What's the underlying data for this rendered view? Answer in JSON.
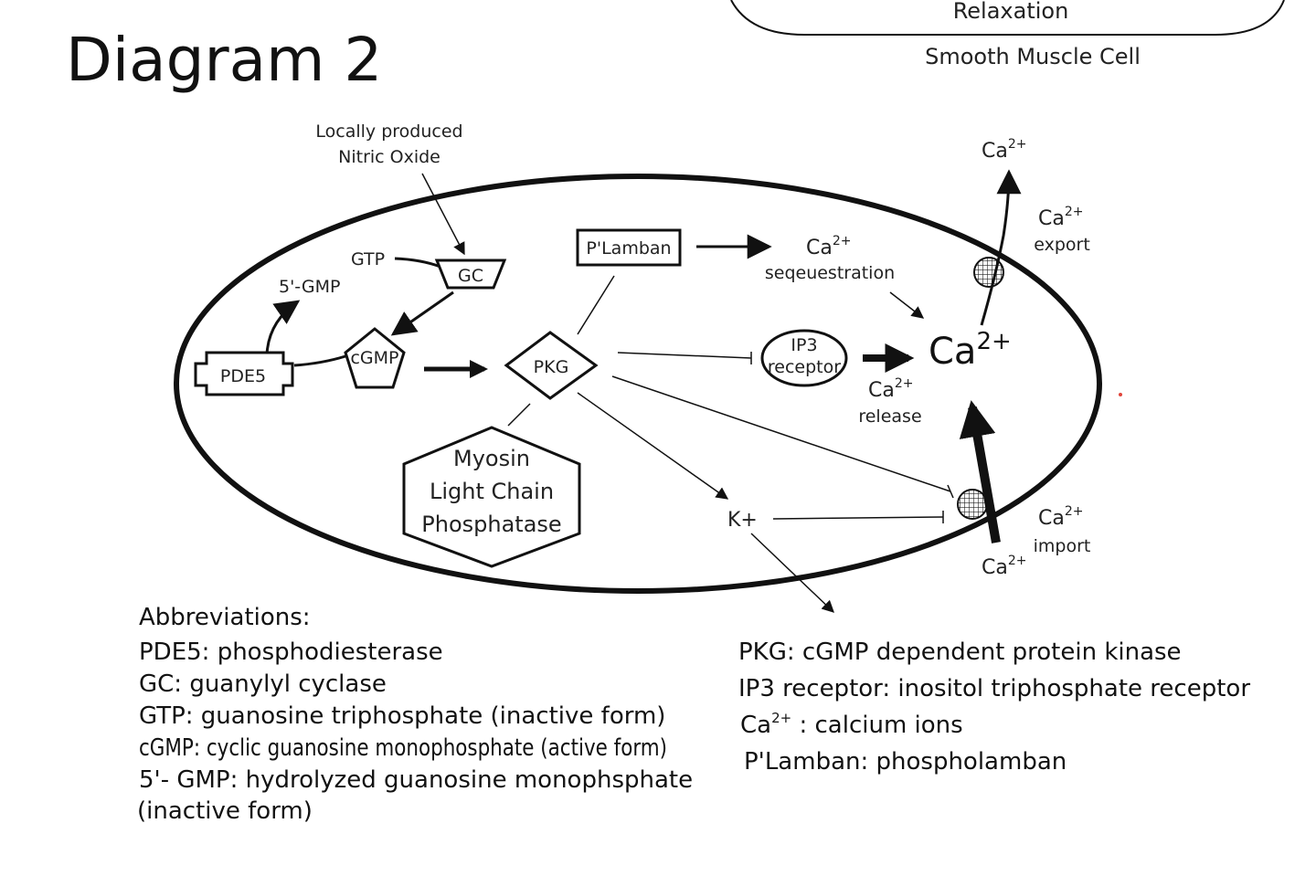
{
  "header": {
    "title": "Diagram 2",
    "top_box_label": "Relaxation",
    "cell_label": "Smooth Muscle Cell"
  },
  "nodes": {
    "no_line1": "Locally produced",
    "no_line2": "Nitric Oxide",
    "gtp": "GTP",
    "gc": "GC",
    "gmp5": "5'-GMP",
    "pde5": "PDE5",
    "cgmp": "cGMP",
    "pkg": "PKG",
    "plamban": "P'Lamban",
    "mlcp_line1": "Myosin",
    "mlcp_line2": "Light Chain",
    "mlcp_line3": "Phosphatase",
    "ip3_line1": "IP3",
    "ip3_line2": "receptor",
    "kplus": "K+"
  },
  "calcium": {
    "ca": "Ca",
    "charge": "2+",
    "sequestration": "seqeuestration",
    "release": "release",
    "export": "export",
    "import": "import"
  },
  "abbreviations": {
    "heading": "Abbreviations:",
    "left": [
      "PDE5: phosphodiesterase",
      "GC: guanylyl cyclase",
      "GTP: guanosine triphosphate (inactive form)",
      "cGMP: cyclic guanosine monophosphate (active form)",
      "5'- GMP: hydrolyzed guanosine monophsphate",
      "(inactive form)"
    ],
    "right": [
      "PKG: cGMP dependent protein kinase",
      "IP3 receptor: inositol triphosphate receptor",
      "Ca",
      "2+",
      " : calcium ions",
      "P'Lamban: phospholamban"
    ]
  },
  "colors": {
    "stroke": "#111111",
    "accent_dot": "#e0443a"
  }
}
